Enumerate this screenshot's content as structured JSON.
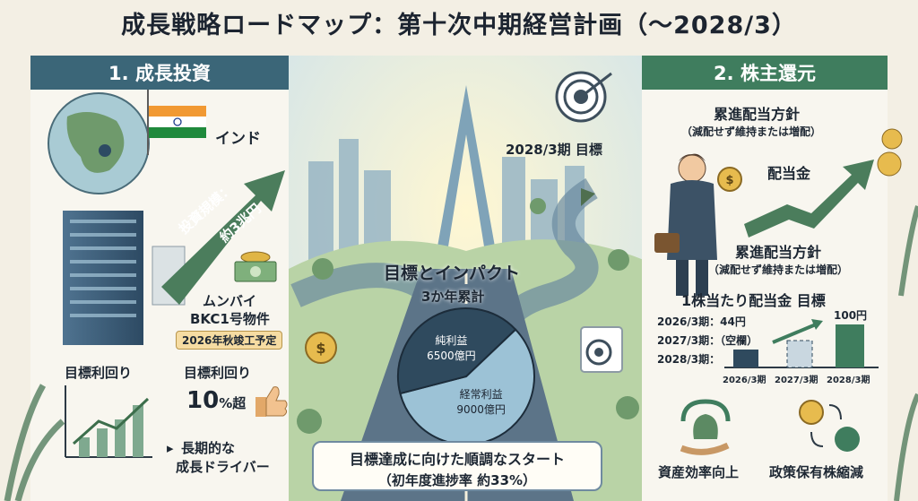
{
  "title": "成長戦略ロードマップ：第十次中期経営計画（〜2028/3）",
  "left_panel": {
    "header": "1. 成長投資",
    "country": "インド",
    "investment_label": "投資規模：",
    "investment_value": "約3兆円",
    "project_city": "ムンバイ",
    "project_name": "BKC1号物件",
    "project_completion": "2026年秋竣工予定",
    "yield_chart_label": "目標利回り",
    "yield_label": "目標利回り",
    "yield_value": "10",
    "yield_suffix": "%超",
    "driver_line1": "長期的な",
    "driver_line2": "成長ドライバー"
  },
  "center": {
    "target_label": "2028/3期 目標",
    "impact_title": "目標とインパクト",
    "impact_subtitle": "3か年累計",
    "pie": {
      "slices": [
        {
          "label": "経常利益",
          "value_text": "9000億円",
          "value": 9000
        },
        {
          "label": "純利益",
          "value_text": "6500億円",
          "value": 6500
        }
      ]
    },
    "banner_line1": "目標達成に向けた順調なスタート",
    "banner_line2": "（初年度進捗率 約33%）"
  },
  "right_panel": {
    "header": "2. 株主還元",
    "policy_title": "累進配当方針",
    "policy_note": "（減配せず維持または増配）",
    "dividend_label": "配当金",
    "policy_title2": "累進配当方針",
    "policy_note2": "（減配せず維持または増配）",
    "dps_title": "1株当たり配当金 目標",
    "rows": [
      {
        "period": "2026/3期：",
        "value": "44円"
      },
      {
        "period": "2027/3期：",
        "value": "（空欄）"
      },
      {
        "period": "2028/3期：",
        "value": ""
      }
    ],
    "bar_top_label": "100円",
    "bar_categories": [
      "2026/3期",
      "2027/3期",
      "2028/3期"
    ],
    "asset_efficiency": "資産効率向上",
    "cross_shareholding": "政策保有株縮減"
  },
  "colors": {
    "navy": "#2f4a5e",
    "green_header": "#3f7d5e",
    "blue_header": "#3b6678",
    "gold": "#e0b545"
  },
  "chart_data": {
    "type": "pie",
    "title": "目標とインパクト",
    "subtitle": "3か年累計",
    "categories": [
      "経常利益",
      "純利益"
    ],
    "values": [
      9000,
      6500
    ]
  }
}
